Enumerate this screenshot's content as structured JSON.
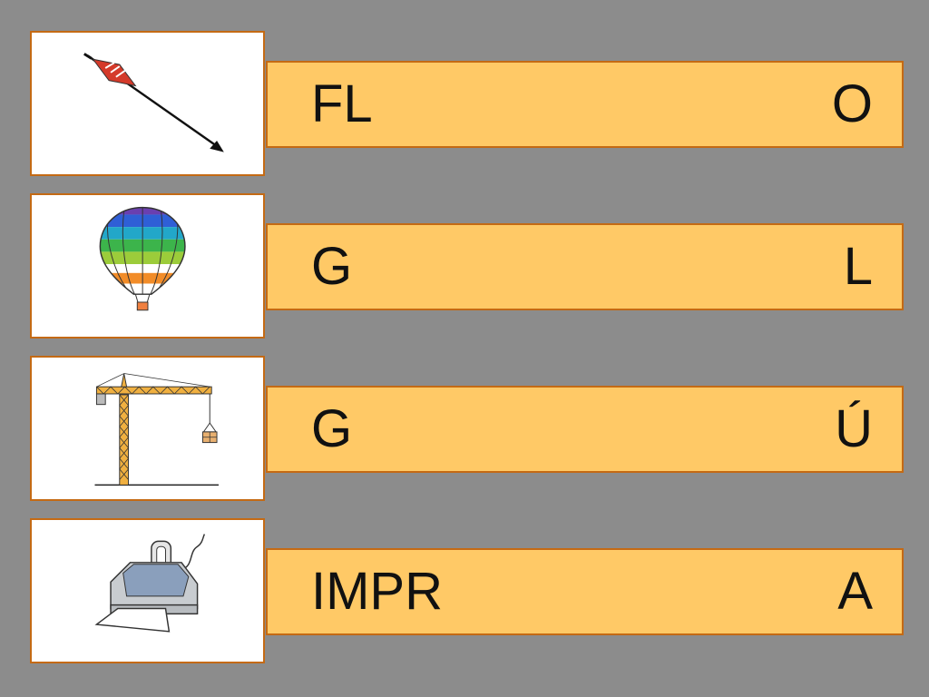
{
  "exercise": {
    "rows": [
      {
        "picture_icon": "arrow-icon",
        "word_start": "FL",
        "word_end": "O"
      },
      {
        "picture_icon": "hot-air-balloon-icon",
        "word_start": "G",
        "word_end": "L"
      },
      {
        "picture_icon": "crane-icon",
        "word_start": "G",
        "word_end": "Ú"
      },
      {
        "picture_icon": "printer-icon",
        "word_start": "IMPR",
        "word_end": "A"
      }
    ]
  },
  "colors": {
    "background": "#8c8c8c",
    "bar_fill": "#ffc966",
    "border": "#c46a14",
    "card_fill": "#ffffff"
  }
}
